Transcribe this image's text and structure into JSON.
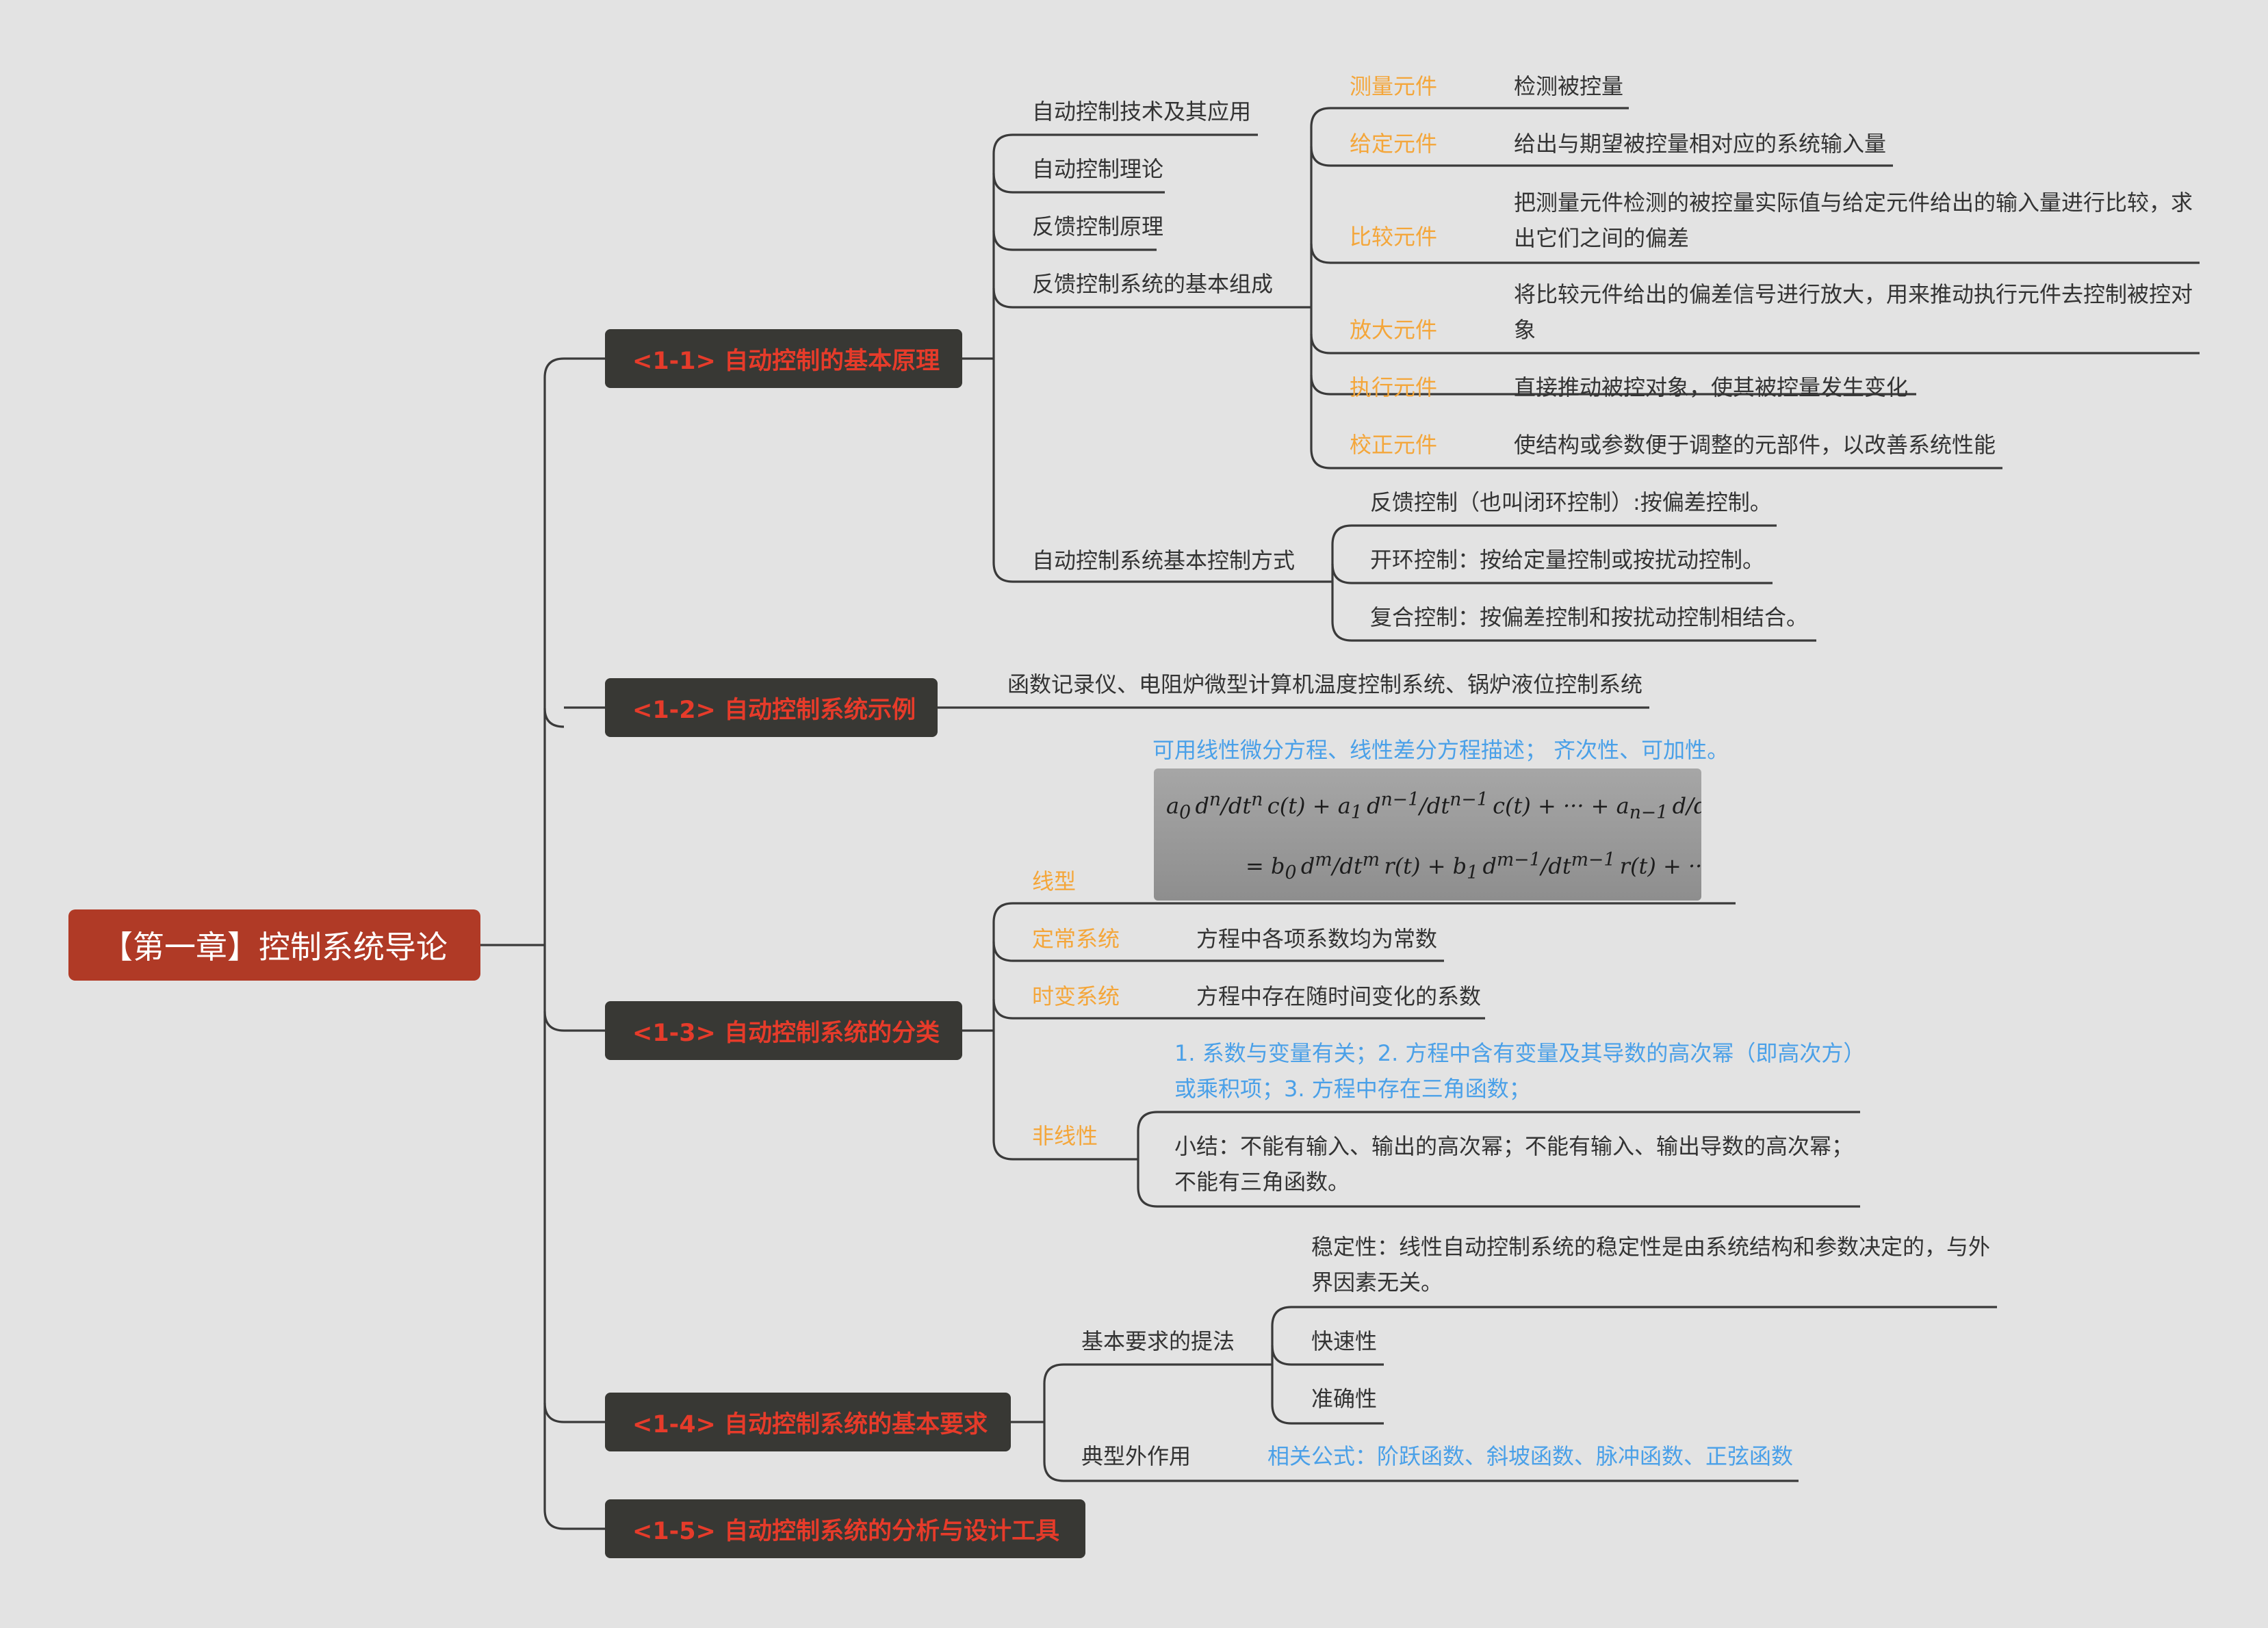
{
  "root": {
    "title": "【第一章】控制系统导论"
  },
  "branches": {
    "b1": {
      "label": "<1-1>  自动控制的基本原理",
      "items": {
        "i1": "自动控制技术及其应用",
        "i2": "自动控制理论",
        "i3": "反馈控制原理",
        "i4": "反馈控制系统的基本组成",
        "i5": "自动控制系统基本控制方式"
      },
      "components": [
        {
          "name": "测量元件",
          "desc": "检测被控量"
        },
        {
          "name": "给定元件",
          "desc": "给出与期望被控量相对应的系统输入量"
        },
        {
          "name": "比较元件",
          "desc": "把测量元件检测的被控量实际值与给定元件给出的输入量进行比较，求出它们之间的偏差"
        },
        {
          "name": "放大元件",
          "desc": "将比较元件给出的偏差信号进行放大，用来推动执行元件去控制被控对象"
        },
        {
          "name": "执行元件",
          "desc": "直接推动被控对象，使其被控量发生变化"
        },
        {
          "name": "校正元件",
          "desc": "使结构或参数便于调整的元部件，以改善系统性能"
        }
      ],
      "modes": [
        "反馈控制（也叫闭环控制）:按偏差控制。",
        "开环控制：按给定量控制或按扰动控制。",
        "复合控制：按偏差控制和按扰动控制相结合。"
      ]
    },
    "b2": {
      "label": "<1-2>  自动控制系统示例",
      "example": "函数记录仪、电阻炉微型计算机温度控制系统、锅炉液位控制系统"
    },
    "b3": {
      "label": "<1-3>  自动控制系统的分类",
      "linear": {
        "label": "线型",
        "note": "可用线性微分方程、线性差分方程描述；  齐次性、可加性。"
      },
      "timeinv": {
        "label": "定常系统",
        "desc": "方程中各项系数均为常数"
      },
      "timevar": {
        "label": "时变系统",
        "desc": "方程中存在随时间变化的系数"
      },
      "nonlinear": {
        "label": "非线性",
        "note": "1. 系数与变量有关；2. 方程中含有变量及其导数的高次幂（即高次方）或乘积项；3. 方程中存在三角函数；",
        "summary": "小结：不能有输入、输出的高次幂；不能有输入、输出导数的高次幂；不能有三角函数。"
      }
    },
    "b4": {
      "label": "<1-4>  自动控制系统的基本要求",
      "req": {
        "label": "基本要求的提法",
        "stability": "稳定性：线性自动控制系统的稳定性是由系统结构和参数决定的，与外界因素无关。",
        "speed": "快速性",
        "accuracy": "准确性"
      },
      "typical": {
        "label": "典型外作用",
        "formula": "相关公式：阶跃函数、斜坡函数、脉冲函数、正弦函数"
      }
    },
    "b5": {
      "label": "<1-5>  自动控制系统的分析与设计工具"
    }
  },
  "colors": {
    "background": "#e3e3e3",
    "root_fill": "#b03a26",
    "branch_fill": "#383834",
    "branch_text": "#e63b2a",
    "orange_label": "#f4a63a",
    "blue_note": "#4aa0e8",
    "line": "#3a3a3a"
  }
}
